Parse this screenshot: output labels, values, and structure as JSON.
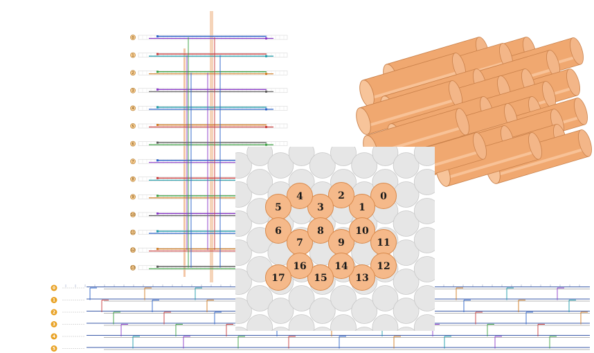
{
  "top_schematic": {
    "row_labels": [
      "0",
      "1",
      "2",
      "3",
      "4",
      "5",
      "6",
      "7",
      "8",
      "9",
      "10",
      "11",
      "12",
      "13"
    ]
  },
  "bottom_schematic": {
    "row_labels": [
      "0",
      "1",
      "2",
      "3",
      "4",
      "5"
    ]
  },
  "cross_section": {
    "helix_labels": [
      "0",
      "1",
      "2",
      "3",
      "4",
      "5",
      "6",
      "7",
      "8",
      "9",
      "10",
      "11",
      "12",
      "13",
      "14",
      "15",
      "16",
      "17"
    ]
  },
  "colors": {
    "helix_fill": "#f5b98a",
    "helix_stroke": "#d9894a",
    "empty_fill": "#e6e6e6",
    "empty_stroke": "#c8c8c8",
    "cylinder": "#f0a870",
    "badge": "#e8a020"
  }
}
